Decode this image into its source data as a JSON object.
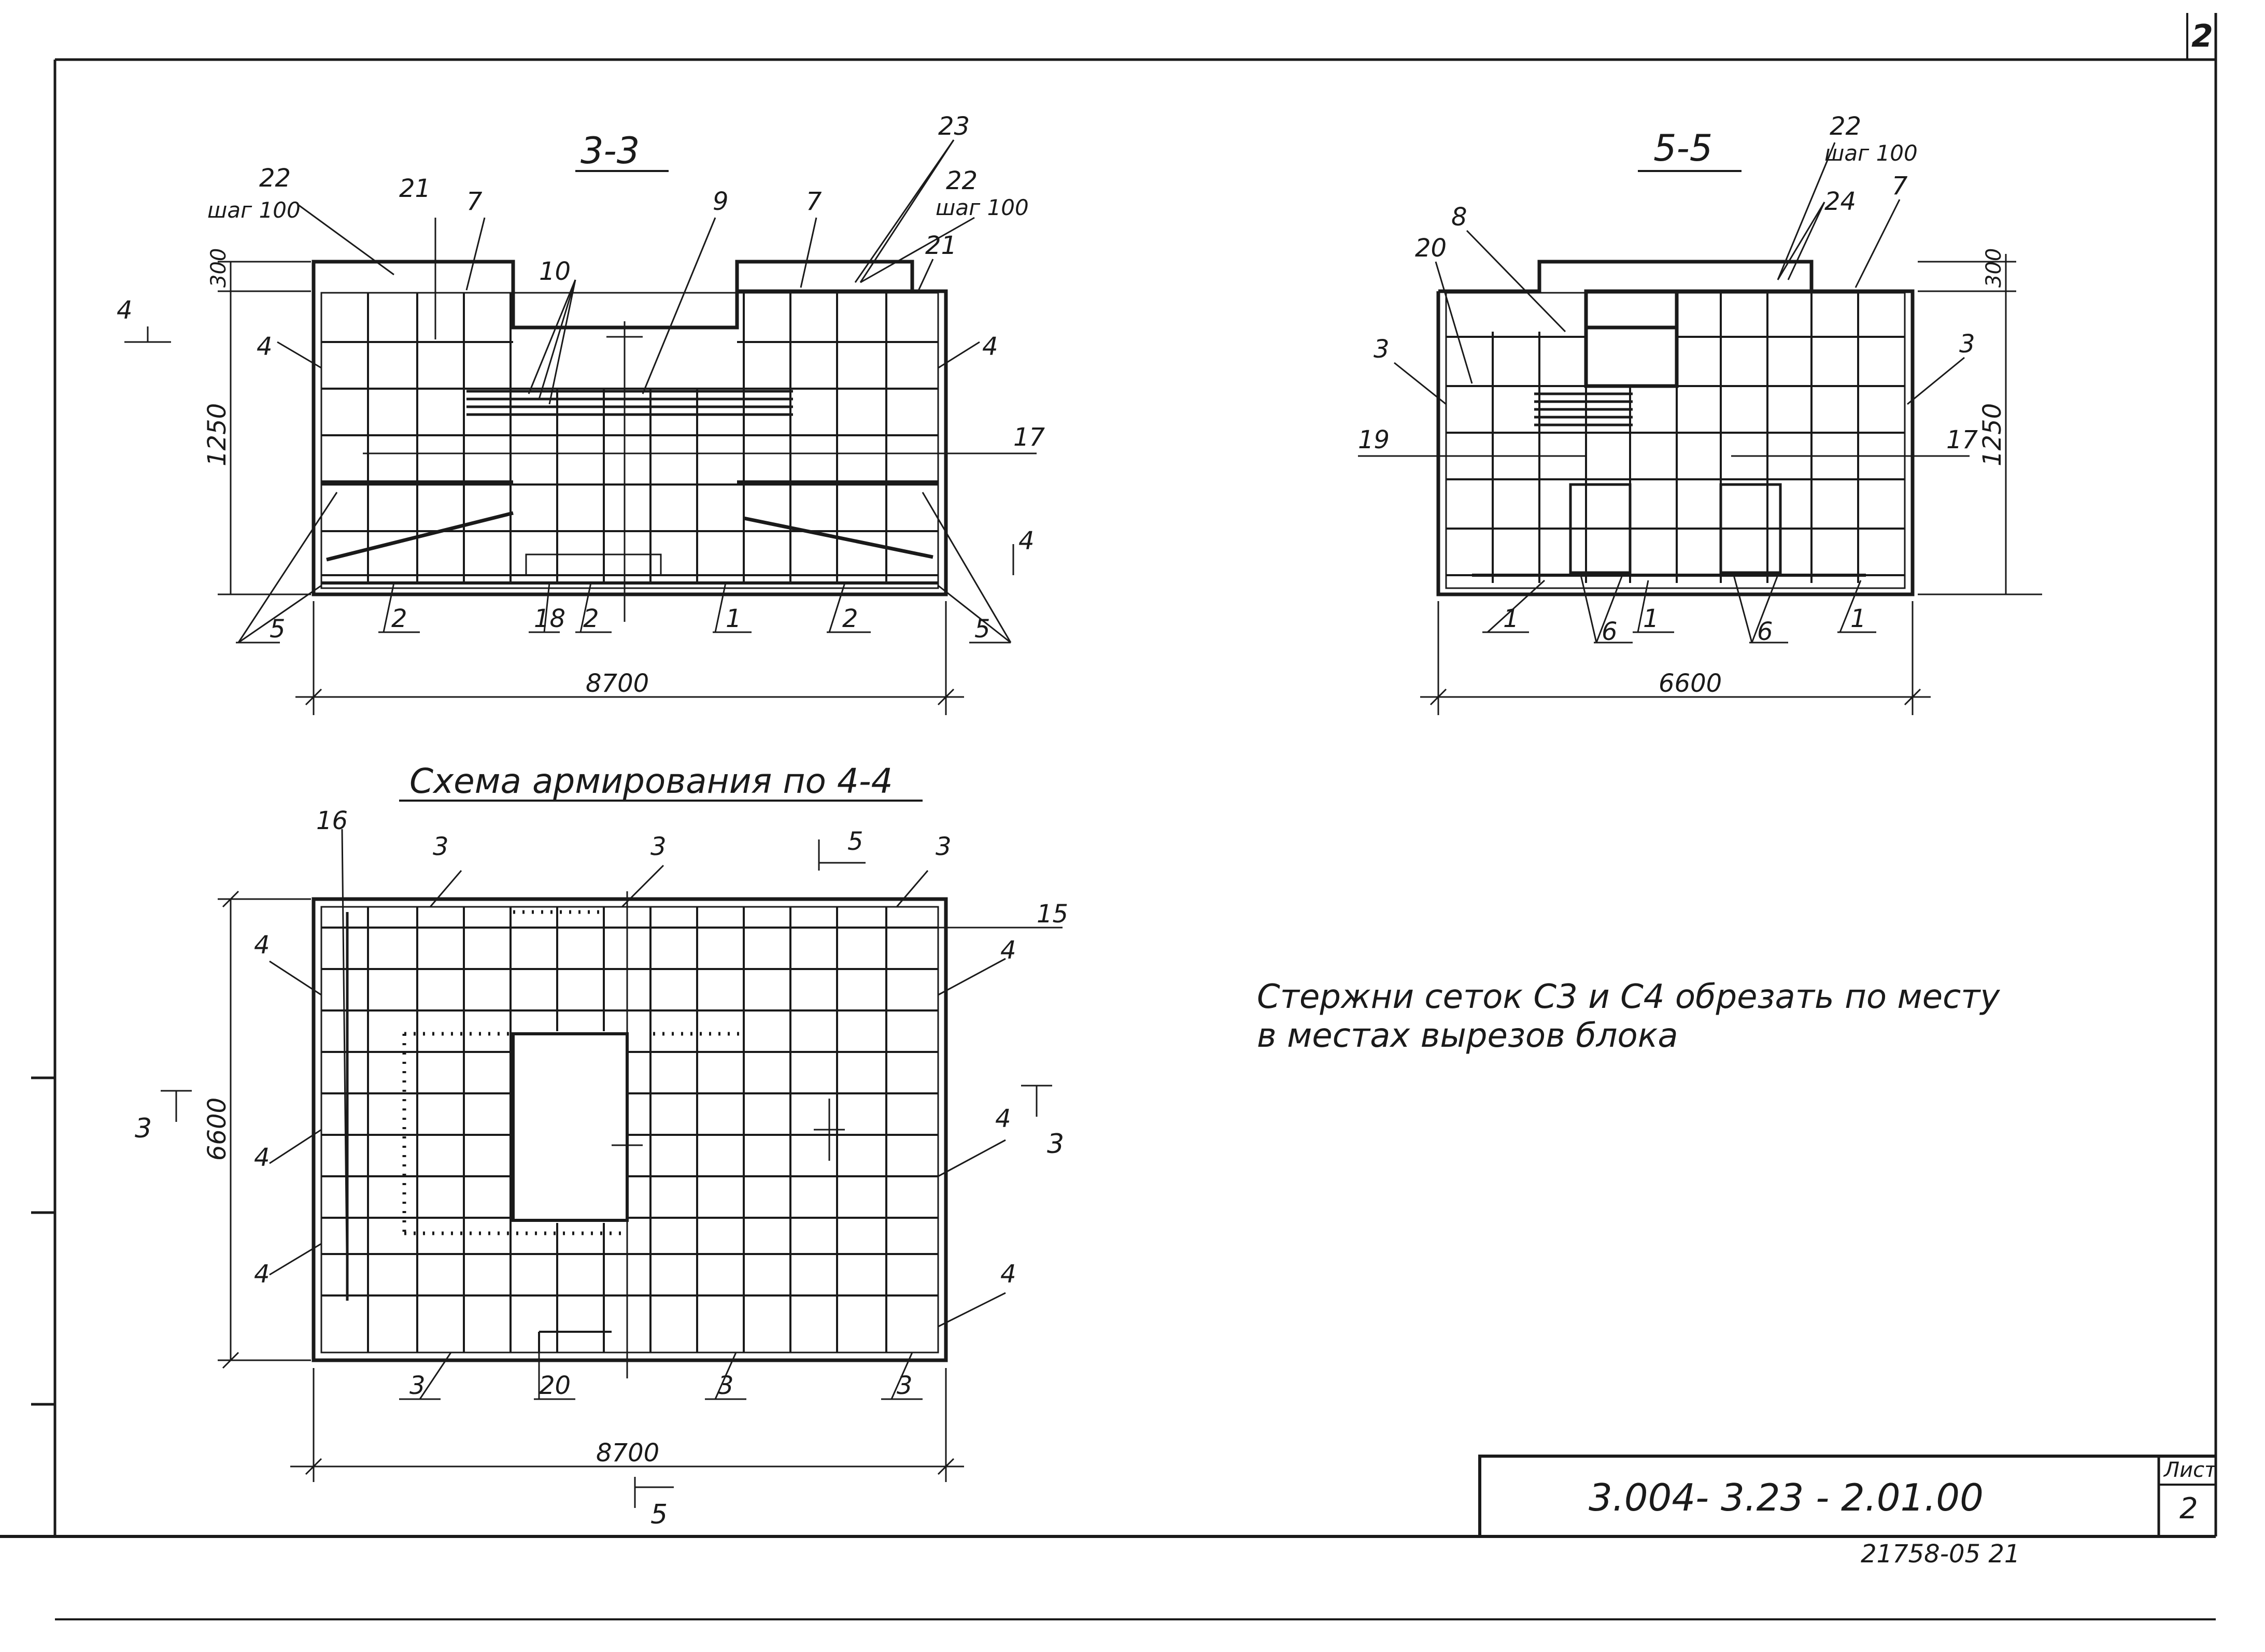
{
  "sheet_number_corner": "2",
  "section_3_3": {
    "title": "3-3",
    "labels": {
      "l22": "22",
      "l22_step": "шаг 100",
      "l21": "21",
      "l7": "7",
      "l9": "9",
      "l10": "10",
      "l23": "23",
      "l22b": "22",
      "l22b_step": "шаг 100",
      "l7b": "7",
      "l21b": "21",
      "l4a": "4",
      "l4b": "4",
      "l17": "17",
      "l4cut": "4",
      "l4cut_r": "4",
      "l5a": "5",
      "l2a": "2",
      "l18": "18",
      "l2b": "2",
      "l1": "1",
      "l2c": "2",
      "l5b": "5"
    },
    "dim_width": "8700",
    "dim_height": "1250",
    "dim_top": "300"
  },
  "section_5_5": {
    "title": "5-5",
    "labels": {
      "l22": "22",
      "l22_step": "шаг 100",
      "l24": "24",
      "l7": "7",
      "l8": "8",
      "l20": "20",
      "l3a": "3",
      "l3b": "3",
      "l19": "19",
      "l17": "17",
      "l1a": "1",
      "l6a": "6",
      "l1b": "1",
      "l6b": "6",
      "l1c": "1"
    },
    "dim_width": "6600",
    "dim_height": "1250",
    "dim_top": "300"
  },
  "plan_4_4": {
    "title": "Схема армирования по 4-4",
    "labels": {
      "l16": "16",
      "l3a": "3",
      "l3b": "3",
      "l3c": "3",
      "l5cut": "5",
      "l15": "15",
      "l4a": "4",
      "l4b": "4",
      "l4c": "4",
      "l4d": "4",
      "l4e": "4",
      "l4f": "4",
      "l3cut_l": "3",
      "l3cut_r": "3",
      "l3d": "3",
      "l20": "20",
      "l3e": "3",
      "l3f": "3",
      "l5cut_b": "5"
    },
    "dim_width": "8700",
    "dim_height": "6600"
  },
  "note": {
    "line1": "Стержни сеток С3 и С4 обрезать по месту",
    "line2": "в местах вырезов блока"
  },
  "title_block": {
    "code": "3.004- 3.23 - 2.01.00",
    "sheet_label": "Лист",
    "sheet_number": "2"
  },
  "bottom_stamp": "21758-05   21"
}
